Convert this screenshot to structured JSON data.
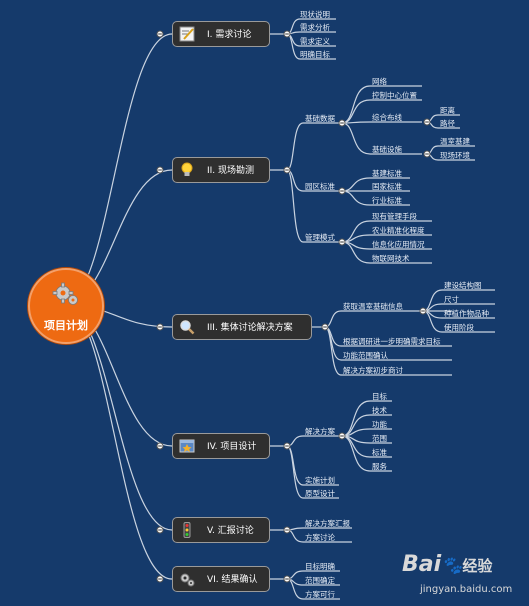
{
  "root": {
    "label": "项目计划",
    "icon": "gear-icon"
  },
  "branches": [
    {
      "label": "I. 需求讨论",
      "icon": "notepad-icon",
      "children": [
        "现状说明",
        "需求分析",
        "需求定义",
        "明确目标"
      ]
    },
    {
      "label": "II. 现场勘测",
      "icon": "lightbulb-icon",
      "groups": [
        {
          "label": "基础数据",
          "children": [
            "网络",
            "控制中心位置",
            "综合布线",
            "基础设施"
          ],
          "sub": {
            "综合布线": [
              "距离",
              "路径"
            ],
            "基础设施": [
              "温室基建",
              "现场环境"
            ]
          }
        },
        {
          "label": "园区标准",
          "children": [
            "基建标准",
            "国家标准",
            "行业标准"
          ]
        },
        {
          "label": "管理模式",
          "children": [
            "现有管理手段",
            "农业精准化程度",
            "信息化应用情况",
            "物联网技术"
          ]
        }
      ]
    },
    {
      "label": "III. 集体讨论解决方案",
      "icon": "magnifier-icon",
      "groups": [
        {
          "label": "获取温室基础信息",
          "children": [
            "建设结构图",
            "尺寸",
            "种植作物品种",
            "使用阶段"
          ]
        },
        {
          "label": "根据调研进一步明确需求目标"
        },
        {
          "label": "功能范围确认"
        },
        {
          "label": "解决方案初步商讨"
        }
      ]
    },
    {
      "label": "IV. 项目设计",
      "icon": "design-icon",
      "groups": [
        {
          "label": "解决方案",
          "children": [
            "目标",
            "技术",
            "功能",
            "范围",
            "标准",
            "服务"
          ]
        },
        {
          "label": "实施计划"
        },
        {
          "label": "原型设计"
        }
      ]
    },
    {
      "label": "V. 汇报讨论",
      "icon": "traffic-light-icon",
      "children": [
        "解决方案汇报",
        "方案讨论"
      ]
    },
    {
      "label": "VI. 结果确认",
      "icon": "gear-icon",
      "children": [
        "目标明确",
        "范围确定",
        "方案可行"
      ]
    }
  ],
  "watermark": {
    "brand": "Bai",
    "brand_suffix": "经验",
    "url": "jingyan.baidu.com"
  },
  "colors": {
    "background": "#153a6b",
    "root": "#ee6a12",
    "node": "#2f2f2f",
    "line": "#c9d3e0"
  }
}
